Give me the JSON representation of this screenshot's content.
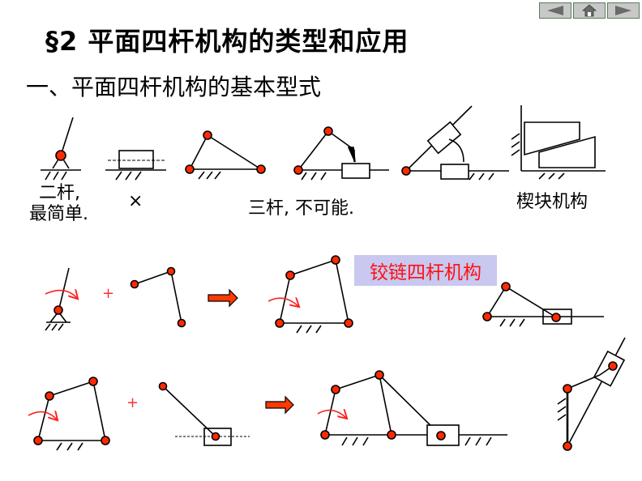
{
  "nav": {
    "prev_icon": "left-triangle-icon",
    "home_icon": "house-icon",
    "next_icon": "right-triangle-icon"
  },
  "page": {
    "title": "§2 平面四杆机构的类型和应用",
    "subtitle": "一、平面四杆机构的基本型式"
  },
  "labels": {
    "two_bar_line1": "二杆,",
    "two_bar_line2": "最简单.",
    "cross_mark": "×",
    "three_bar": "三杆, 不可能.",
    "wedge": "楔块机构",
    "four_bar_hinge": "铰链四杆机构",
    "plus1": "+",
    "plus2": "+"
  },
  "colors": {
    "joint": "#ff2a00",
    "accent_red": "#ff1010",
    "highlight_bg": "#c8c8f0",
    "nav_bg": "#c8c8c8"
  }
}
